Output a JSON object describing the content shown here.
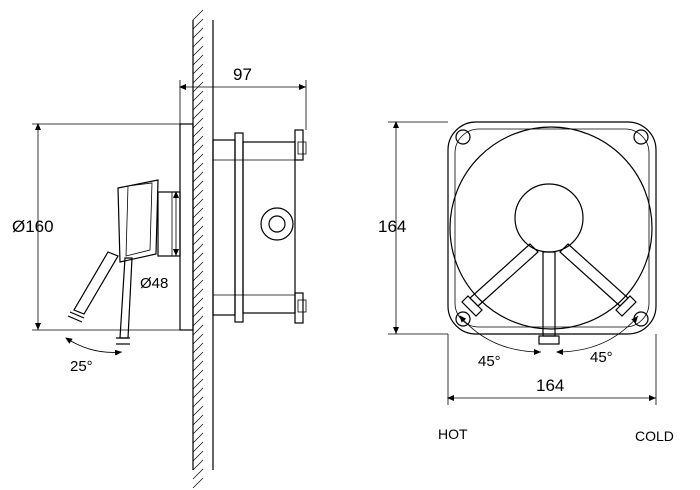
{
  "diagram": {
    "dimensions": {
      "wall_depth": "97",
      "plate_diameter": "Ø160",
      "body_diameter": "Ø48",
      "side_angle": "25°",
      "front_height": "164",
      "front_width": "164",
      "angle_left": "45°",
      "angle_right": "45°"
    },
    "labels": {
      "hot": "HOT",
      "cold": "COLD"
    }
  }
}
